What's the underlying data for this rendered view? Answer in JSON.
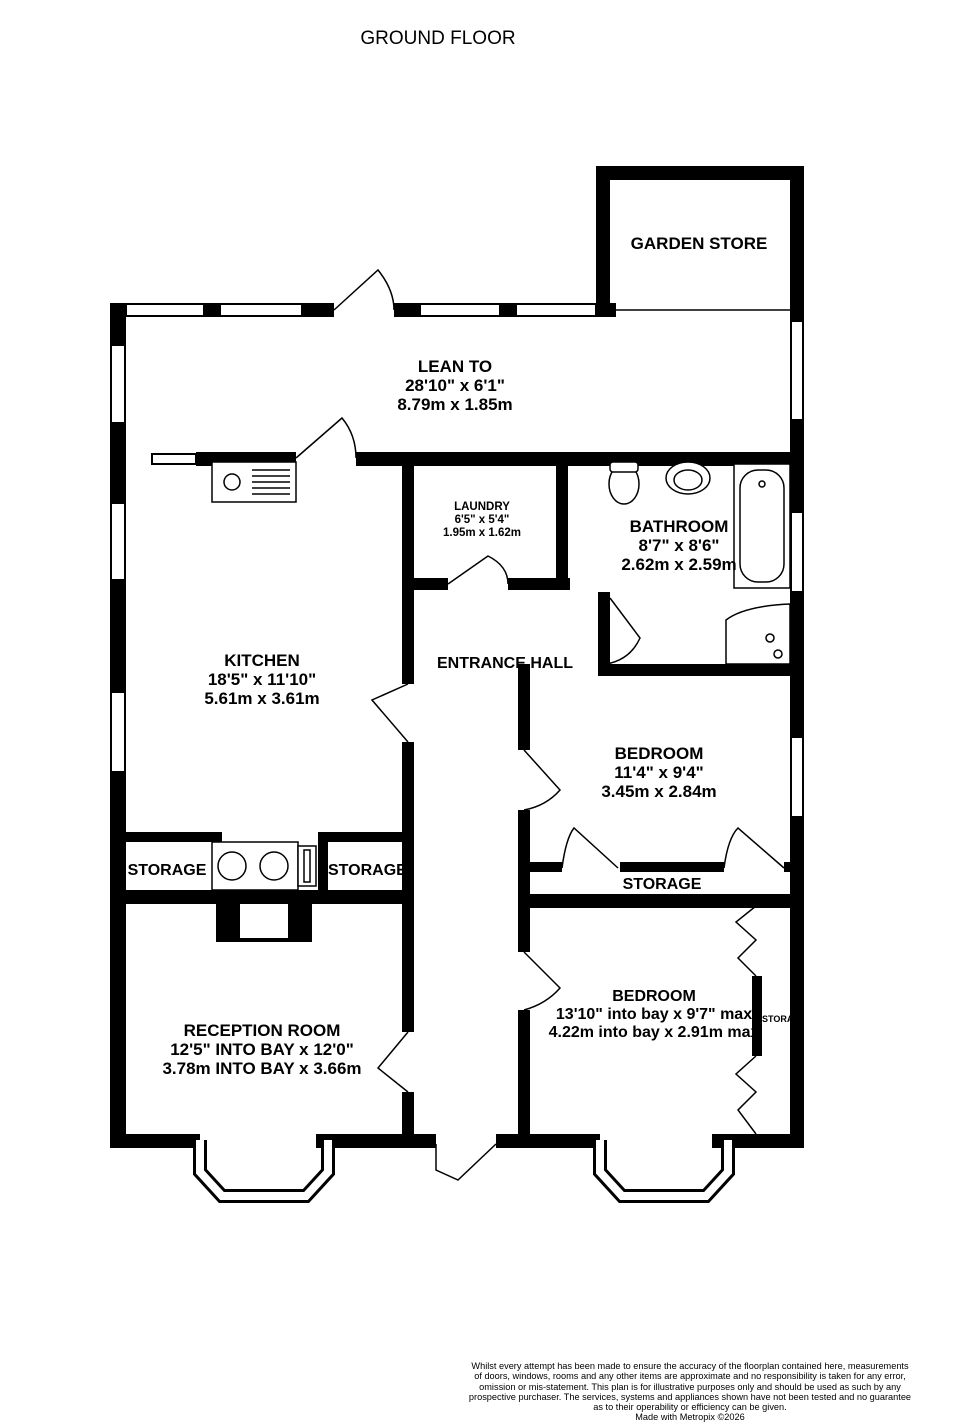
{
  "title": "GROUND FLOOR",
  "colors": {
    "wall": "#000000",
    "background": "#ffffff"
  },
  "rooms": {
    "garden_store": {
      "name": "GARDEN STORE"
    },
    "lean_to": {
      "name": "LEAN TO",
      "imperial": "28'10\"  x 6'1\"",
      "metric": "8.79m  x 1.85m"
    },
    "laundry": {
      "name": "LAUNDRY",
      "imperial": "6'5\"  x 5'4\"",
      "metric": "1.95m  x 1.62m"
    },
    "bathroom": {
      "name": "BATHROOM",
      "imperial": "8'7\"  x 8'6\"",
      "metric": "2.62m  x 2.59m"
    },
    "kitchen": {
      "name": "KITCHEN",
      "imperial": "18'5\"  x 11'10\"",
      "metric": "5.61m  x 3.61m"
    },
    "entrance_hall": {
      "name": "ENTRANCE HALL"
    },
    "bedroom_1": {
      "name": "BEDROOM",
      "imperial": "11'4\"  x 9'4\"",
      "metric": "3.45m  x 2.84m"
    },
    "storage_left": {
      "name": "STORAGE"
    },
    "storage_mid": {
      "name": "STORAGE"
    },
    "storage_bedroom": {
      "name": "STORAGE"
    },
    "bedroom_2": {
      "name": "BEDROOM",
      "imperial": "13'10\" into bay x 9'7\" max",
      "metric": "4.22m into bay x 2.91m max"
    },
    "bedroom_2_storage": {
      "name": "STORAGE"
    },
    "reception": {
      "name": "RECEPTION ROOM",
      "imperial": "12'5\" INTO BAY x 12'0\"",
      "metric": "3.78m INTO BAY x 3.66m"
    }
  },
  "disclaimer": {
    "lines": [
      "Whilst every attempt has been made to ensure the accuracy of the floorplan contained here, measurements",
      "of doors, windows, rooms and any other items are approximate and no responsibility is taken for any error,",
      "omission or mis-statement. This plan is for illustrative purposes only and should be used as such by any",
      "prospective purchaser. The services, systems and appliances shown have not been tested and no guarantee",
      "as to their operability or efficiency can be given."
    ],
    "credit": "Made with Metropix ©2026"
  }
}
